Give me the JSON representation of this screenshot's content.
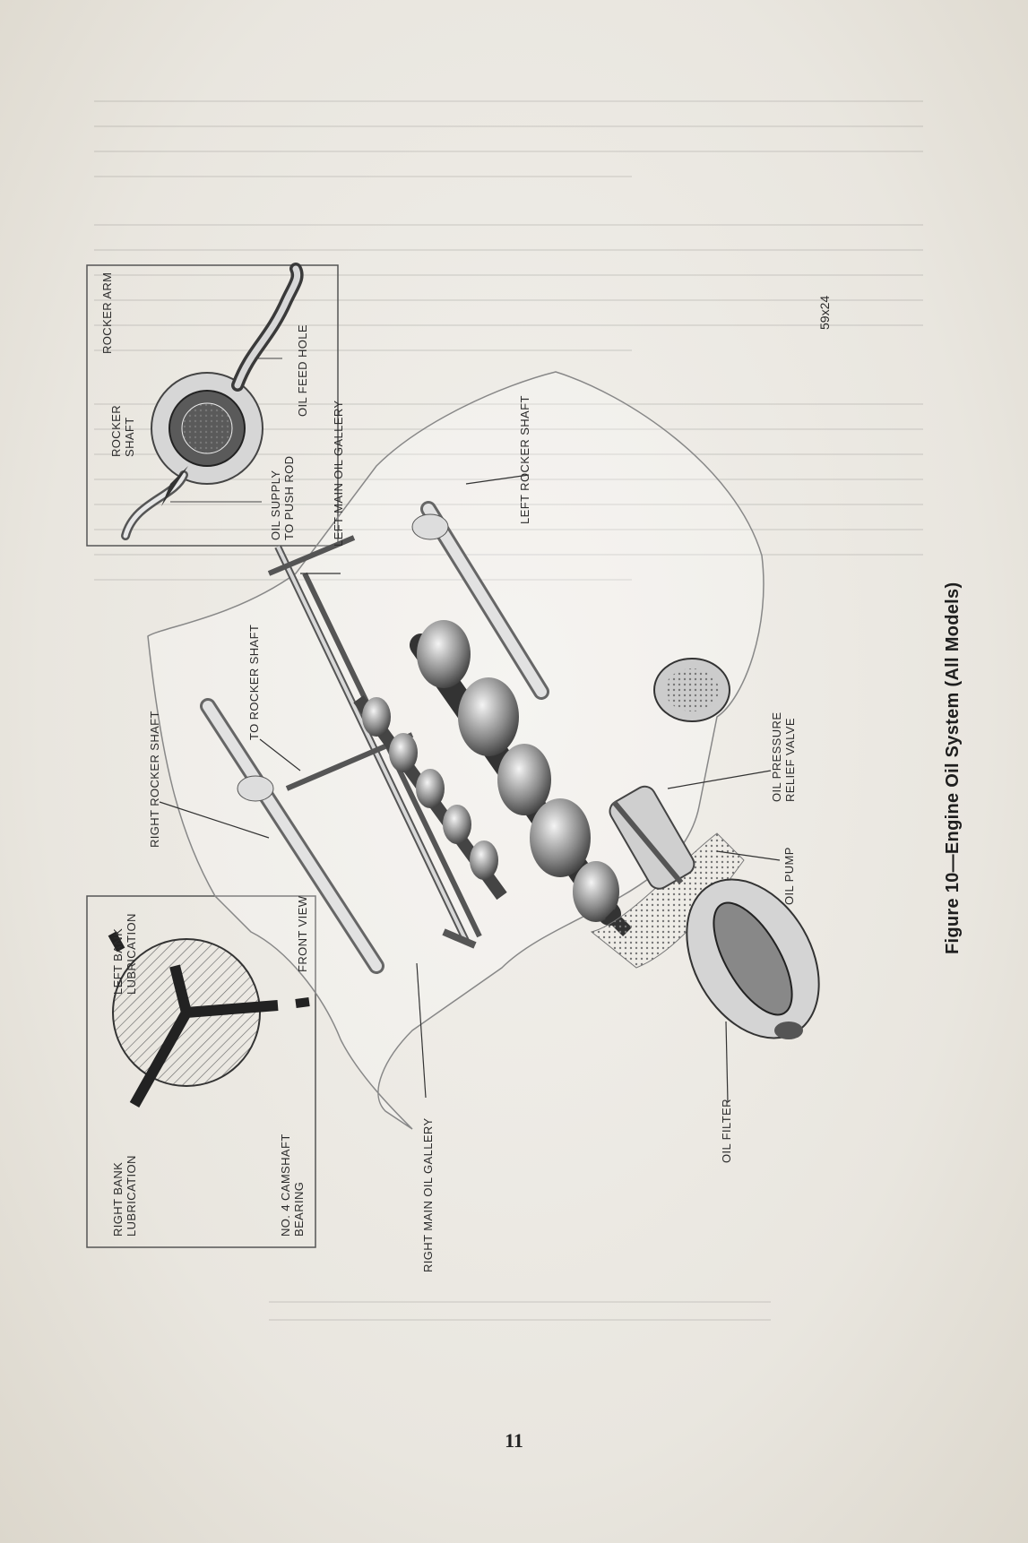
{
  "figure": {
    "caption": "Figure 10—Engine Oil System (All Models)",
    "code": "59x24"
  },
  "labels": {
    "rocker_arm": "ROCKER ARM",
    "rocker_shaft": [
      "ROCKER",
      "SHAFT"
    ],
    "oil_supply": [
      "OIL SUPPLY",
      "TO PUSH ROD"
    ],
    "oil_feed_hole": "OIL FEED HOLE",
    "left_main_oil_gallery": "LEFT MAIN OIL GALLERY",
    "left_rocker_shaft": "LEFT ROCKER SHAFT",
    "to_rocker_shaft": "TO ROCKER SHAFT",
    "right_rocker_shaft": "RIGHT ROCKER SHAFT",
    "oil_pressure_relief_valve": [
      "OIL PRESSURE",
      "RELIEF VALVE"
    ],
    "oil_pump": "OIL PUMP",
    "left_bank_lubrication": [
      "LEFT BANK",
      "LUBRICATION"
    ],
    "front_view": "FRONT VIEW",
    "right_bank_lubrication": [
      "RIGHT BANK",
      "LUBRICATION"
    ],
    "no4_camshaft_bearing": [
      "NO. 4 CAMSHAFT",
      "BEARING"
    ],
    "right_main_oil_gallery": "RIGHT MAIN OIL GALLERY",
    "oil_filter": "OIL FILTER"
  },
  "page_number": "11"
}
